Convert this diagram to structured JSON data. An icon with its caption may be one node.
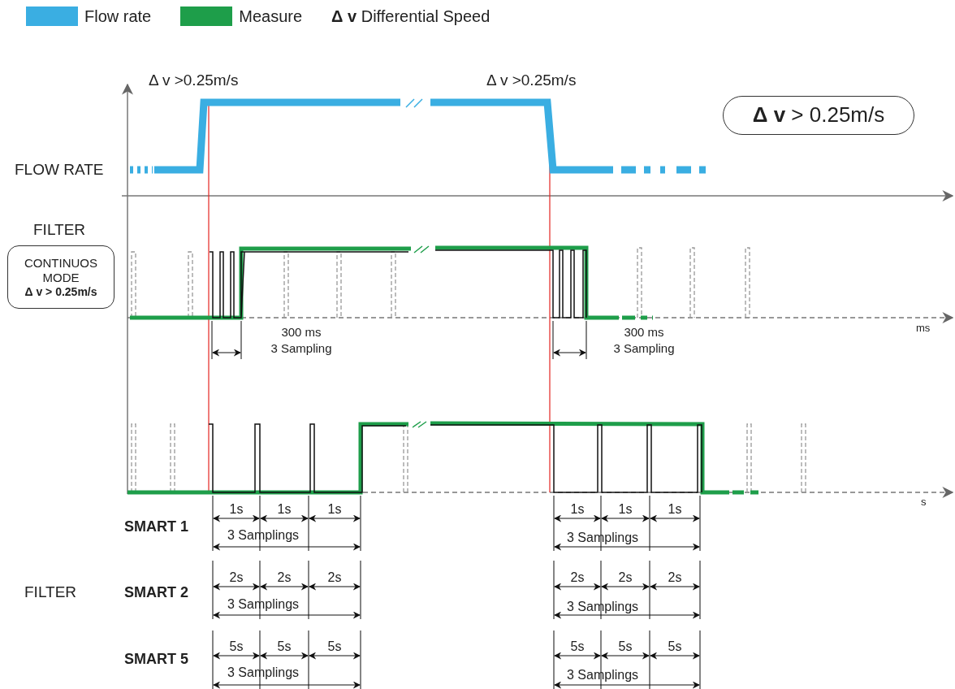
{
  "diagram": {
    "nodes": [
      {
        "text": [
          "**Δ v** > 0.25m/s"
        ]
      },
      {
        "text": [
          "CONTINUOS MODE",
          "Δ v > 0.25m/s"
        ]
      }
    ],
    "labels": [
      "Δ v >0.25m/s",
      "Δ v >0.25m/s",
      "FLOW RATE",
      "FILTER",
      "300 ms",
      "3 Sampling",
      "300 ms",
      "3 Sampling",
      "ms",
      "s",
      "1s",
      "1s",
      "1s",
      "1s",
      "1s",
      "1s",
      "SMART 1",
      "3 Samplings",
      "3 Samplings",
      "FILTER",
      "2s",
      "2s",
      "2s",
      "2s",
      "2s",
      "2s",
      "SMART 2",
      "3 Samplings",
      "3 Samplings",
      "5s",
      "5s",
      "5s",
      "5s",
      "5s",
      "5s",
      "SMART 5",
      "3 Samplings",
      "3 Samplings"
    ],
    "legend": [
      {
        "text": "Flow rate",
        "color": "#3aaee2"
      },
      {
        "text": "Measure",
        "color": "#1e9e4a"
      },
      {
        "text": "**Δ v** Differential Speed"
      }
    ]
  }
}
